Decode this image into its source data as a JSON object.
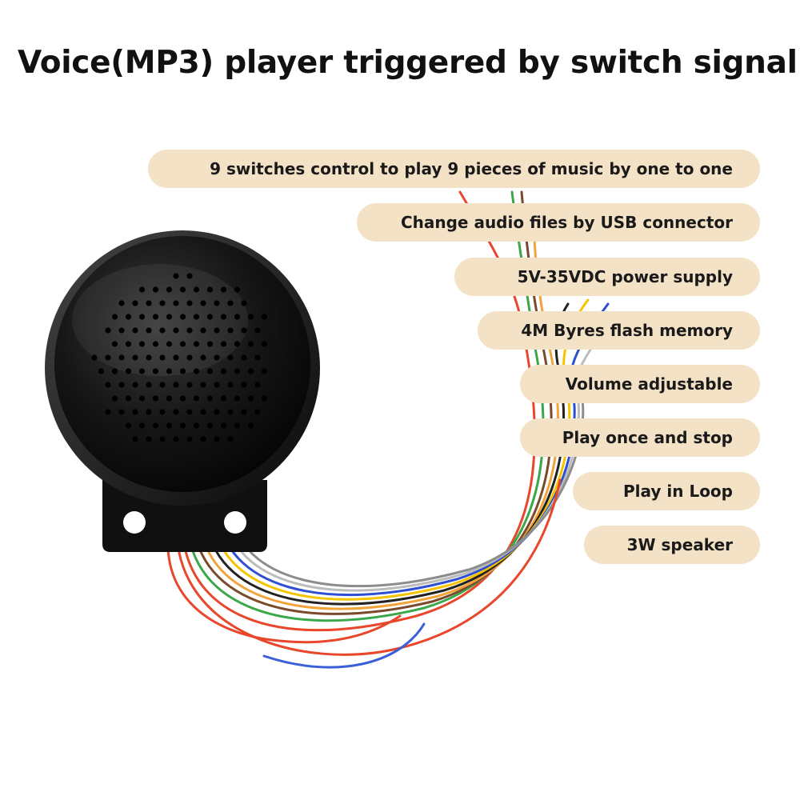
{
  "title": "Voice(MP3) player triggered by switch signal",
  "colors": {
    "pill_background": "#f4e2c6",
    "text": "#111111",
    "speaker": "#141414"
  },
  "product": {
    "image_name": "speaker-with-wires"
  },
  "features": [
    {
      "label": "9 switches control to play 9 pieces of music by one to one"
    },
    {
      "label": "Change audio files by USB connector"
    },
    {
      "label": "5V-35VDC power supply"
    },
    {
      "label": "4M Byres flash memory"
    },
    {
      "label": "Volume adjustable"
    },
    {
      "label": "Play once and stop"
    },
    {
      "label": "Play in Loop"
    },
    {
      "label": "3W speaker"
    }
  ]
}
